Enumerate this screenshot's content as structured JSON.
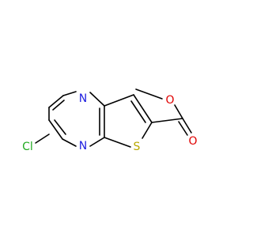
{
  "molecule": {
    "atoms": {
      "n1": {
        "label": "N",
        "color": "#2020e0"
      },
      "n2": {
        "label": "N",
        "color": "#2020e0"
      },
      "s1": {
        "label": "S",
        "color": "#b8a800"
      },
      "cl1": {
        "label": "Cl",
        "color": "#22aa22"
      },
      "o1": {
        "label": "O",
        "color": "#e00000"
      },
      "o2": {
        "label": "O",
        "color": "#e00000"
      }
    },
    "bond_color": "#000000"
  }
}
